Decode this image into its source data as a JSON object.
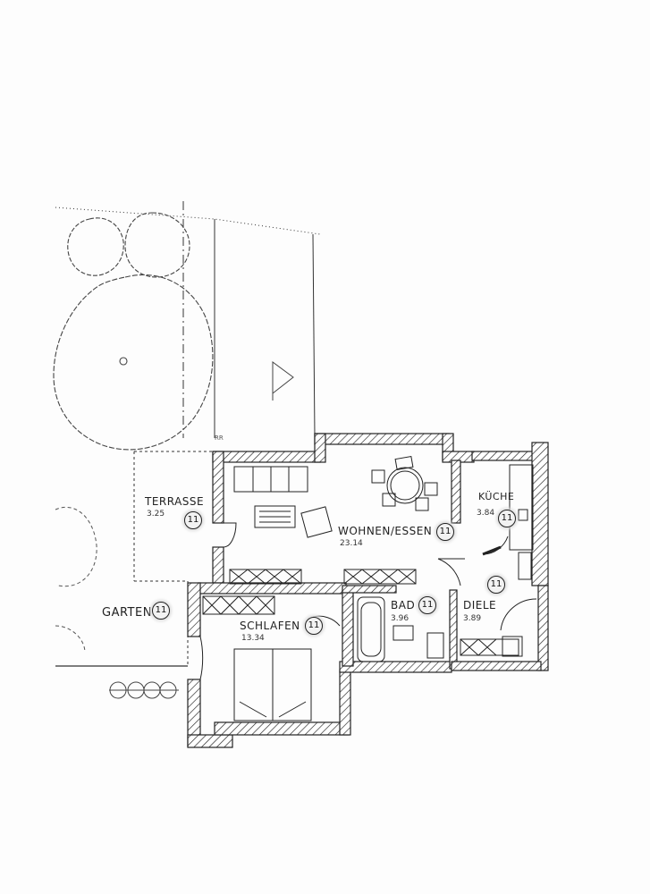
{
  "rooms": {
    "terrasse": {
      "name": "TERRASSE",
      "area": "3.25",
      "unit_no": "11"
    },
    "wohnen": {
      "name": "WOHNEN/ESSEN",
      "area": "23.14",
      "unit_no": "11"
    },
    "kueche": {
      "name": "KÜCHE",
      "area": "3.84",
      "unit_no": "11"
    },
    "schlafen": {
      "name": "SCHLAFEN",
      "area": "13.34",
      "unit_no": "11"
    },
    "bad": {
      "name": "BAD",
      "area": "3.96",
      "unit_no": "11"
    },
    "diele": {
      "name": "DIELE",
      "area": "3.89",
      "unit_no": "11"
    },
    "garten": {
      "name": "GARTEN",
      "unit_no": "11"
    }
  },
  "marks": {
    "rr": "RR"
  },
  "colors": {
    "ink": "#222222",
    "paper": "#fdfdfd",
    "badge_fill": "#f2f2f2"
  }
}
